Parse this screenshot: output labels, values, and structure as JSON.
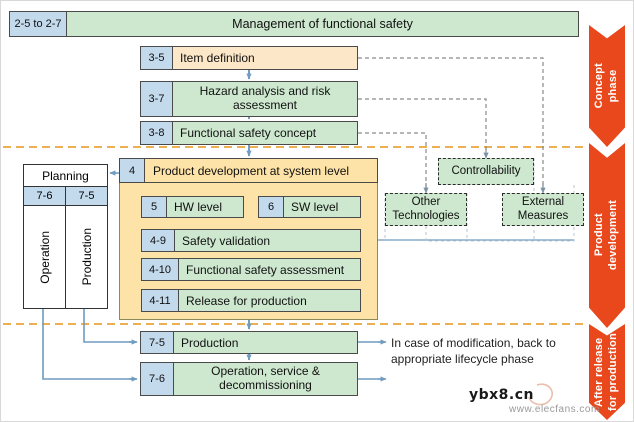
{
  "header": {
    "clause": "2-5 to 2-7",
    "title": "Management of functional safety"
  },
  "concept_phase": [
    {
      "clause": "3-5",
      "label": "Item definition"
    },
    {
      "clause": "3-7",
      "label": "Hazard analysis and\nrisk assessment"
    },
    {
      "clause": "3-8",
      "label": "Functional safety concept"
    }
  ],
  "product_development": {
    "clause": "4",
    "title": "Product development at system level",
    "levels": [
      {
        "clause": "5",
        "label": "HW level"
      },
      {
        "clause": "6",
        "label": "SW level"
      }
    ],
    "steps": [
      {
        "clause": "4-9",
        "label": "Safety validation"
      },
      {
        "clause": "4-10",
        "label": "Functional safety assessment"
      },
      {
        "clause": "4-11",
        "label": "Release for production"
      }
    ]
  },
  "planning": {
    "title": "Planning",
    "codes": [
      "7-6",
      "7-5"
    ],
    "columns": [
      "Operation",
      "Production"
    ]
  },
  "after_release": [
    {
      "clause": "7-5",
      "label": "Production"
    },
    {
      "clause": "7-6",
      "label": "Operation, service &\ndecommissioning"
    }
  ],
  "satellites": [
    {
      "label": "Controllability"
    },
    {
      "label": "Other\nTechnologies"
    },
    {
      "label": "External\nMeasures"
    }
  ],
  "note": "In case of modification, back to appropriate lifecycle phase",
  "phases": [
    {
      "label": "Concept\nphase"
    },
    {
      "label": "Product\ndevelopment"
    },
    {
      "label": "After release\nfor production"
    }
  ],
  "watermarks": {
    "primary": "ybx8.cn",
    "secondary": "www.elecfans.com"
  },
  "colors": {
    "green": "#cde8cf",
    "peach": "#fce8c8",
    "amber": "#fde3a7",
    "clause_blue": "#c3d9ec",
    "phase_red": "#e8481c",
    "divider_orange": "#e9a43a",
    "connector_blue": "#6f9cc0"
  }
}
